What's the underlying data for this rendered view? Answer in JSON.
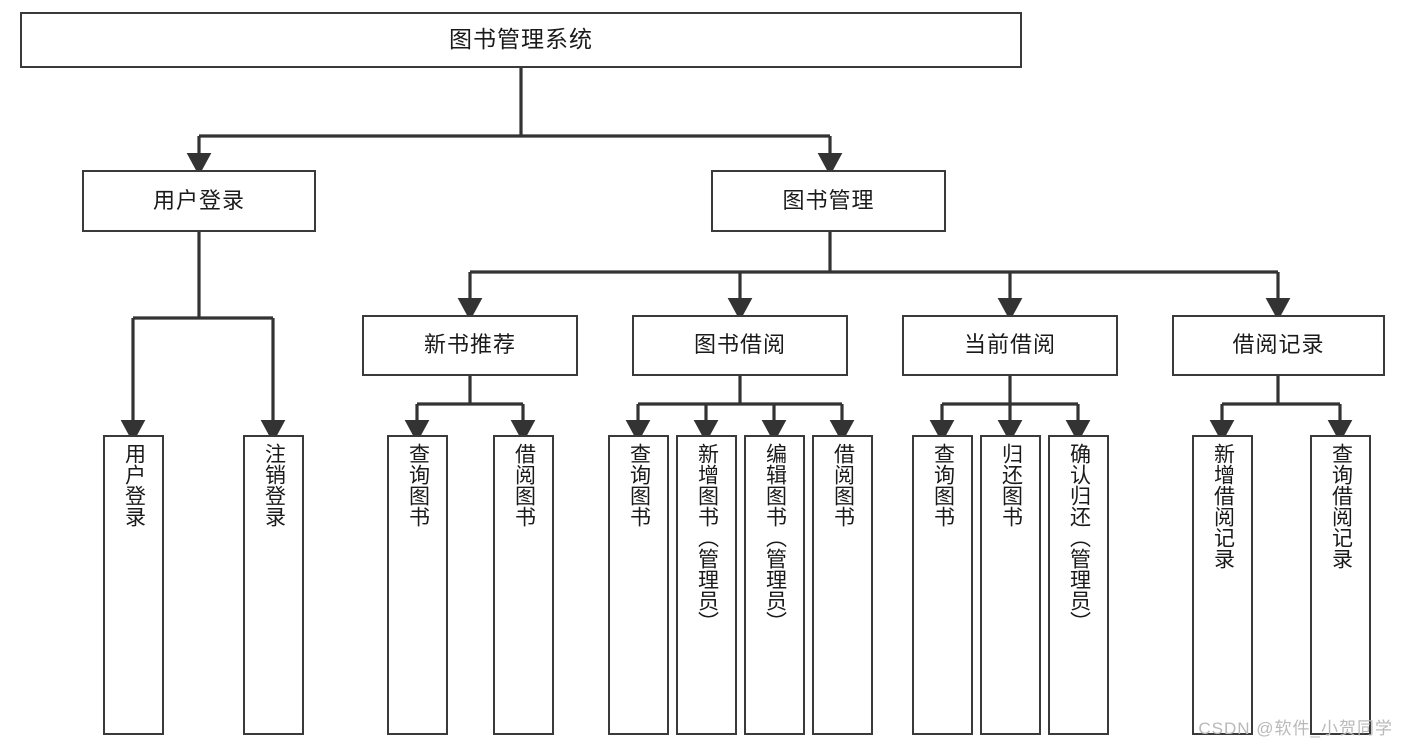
{
  "diagram": {
    "type": "tree",
    "title": "图书管理系统",
    "orientation": "top-down",
    "colors": {
      "box_border": "#3a3a3a",
      "box_fill": "#ffffff",
      "edge": "#333333",
      "text": "#1a1a1a",
      "watermark": "#b9b9b9",
      "background": "#ffffff"
    },
    "watermark": "CSDN @软件_小贺同学",
    "nodes": {
      "root": {
        "label": "图书管理系统"
      },
      "level1": [
        {
          "id": "user-login",
          "label": "用户登录"
        },
        {
          "id": "book-manage",
          "label": "图书管理"
        }
      ],
      "level2": [
        {
          "id": "new-book-recommend",
          "label": "新书推荐",
          "parent": "book-manage"
        },
        {
          "id": "book-borrow",
          "label": "图书借阅",
          "parent": "book-manage"
        },
        {
          "id": "current-borrow",
          "label": "当前借阅",
          "parent": "book-manage"
        },
        {
          "id": "borrow-record",
          "label": "借阅记录",
          "parent": "book-manage"
        }
      ],
      "leaves": [
        {
          "id": "leaf-user-login",
          "label": "用户登录",
          "parent": "user-login"
        },
        {
          "id": "leaf-user-logout",
          "label": "注销登录",
          "parent": "user-login"
        },
        {
          "id": "leaf-query-book-1",
          "label": "查询图书",
          "parent": "new-book-recommend"
        },
        {
          "id": "leaf-borrow-book-1",
          "label": "借阅图书",
          "parent": "new-book-recommend"
        },
        {
          "id": "leaf-query-book-2",
          "label": "查询图书",
          "parent": "book-borrow"
        },
        {
          "id": "leaf-add-book",
          "label": "新增图书（管理员）",
          "parent": "book-borrow"
        },
        {
          "id": "leaf-edit-book",
          "label": "编辑图书（管理员）",
          "parent": "book-borrow"
        },
        {
          "id": "leaf-borrow-book-2",
          "label": "借阅图书",
          "parent": "book-borrow"
        },
        {
          "id": "leaf-query-book-3",
          "label": "查询图书",
          "parent": "current-borrow"
        },
        {
          "id": "leaf-return-book",
          "label": "归还图书",
          "parent": "current-borrow"
        },
        {
          "id": "leaf-confirm-return",
          "label": "确认归还（管理员）",
          "parent": "current-borrow"
        },
        {
          "id": "leaf-add-record",
          "label": "新增借阅记录",
          "parent": "borrow-record"
        },
        {
          "id": "leaf-query-record",
          "label": "查询借阅记录",
          "parent": "borrow-record"
        }
      ]
    }
  }
}
